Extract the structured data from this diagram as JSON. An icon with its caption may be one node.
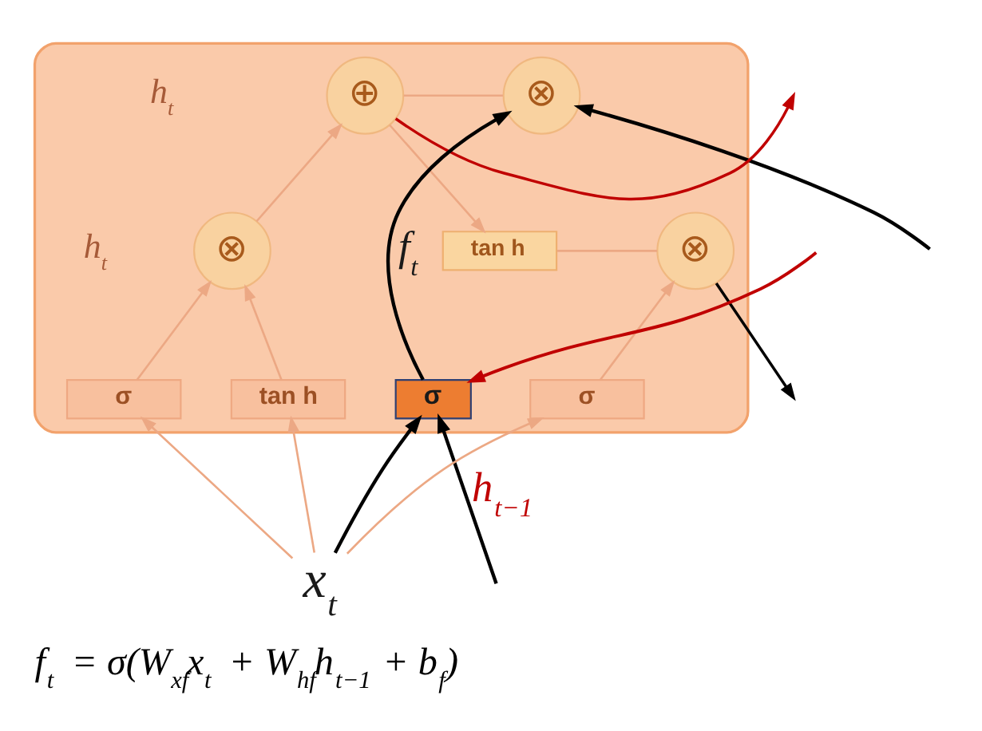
{
  "diagram": {
    "caption": "f$_{t}$ = σ(W$_{xf}$x$_{t}$ + W$_{hf}$h$_{t−1}$ + b$_{f}$)",
    "nodes": [
      {
        "text": [],
        "shape": "box"
      },
      {
        "text": [
          "⊗"
        ],
        "in": 0
      },
      {
        "text": [
          "⊕"
        ],
        "in": 0
      },
      {
        "text": [
          "⊗"
        ],
        "in": 0
      },
      {
        "text": [
          "tan h"
        ],
        "in": 0
      },
      {
        "text": [
          "⊗"
        ],
        "in": 0
      },
      {
        "text": [
          "σ"
        ],
        "in": 0
      },
      {
        "text": [
          "tan h"
        ],
        "in": 0
      },
      {
        "text": [
          "σ"
        ],
        "in": 0
      },
      {
        "text": [
          "σ"
        ],
        "in": 0
      },
      {
        "text": [
          "x$_{t}$"
        ]
      }
    ],
    "edges": [
      {
        "from": null,
        "to": 1,
        "arrow": "to",
        "color": "#000000"
      },
      {
        "from": 1,
        "to": 2,
        "arrow": "none"
      },
      {
        "from": 2,
        "to": null,
        "arrow": "to",
        "color": "#c00000"
      },
      {
        "from": null,
        "to": 6,
        "arrow": "to",
        "color": "#c00000"
      },
      {
        "from": 10,
        "to": 6,
        "arrow": "to",
        "color": "#000000"
      },
      {
        "from": 6,
        "to": 1,
        "arrow": "to",
        "label": "f$_{t}$",
        "color": "#000000"
      },
      {
        "from": 10,
        "to": 7,
        "arrow": "to"
      },
      {
        "from": 10,
        "to": 8,
        "arrow": "to"
      },
      {
        "from": 10,
        "to": 9,
        "arrow": "to"
      },
      {
        "from": 7,
        "to": 3,
        "arrow": "to"
      },
      {
        "from": 8,
        "to": 3,
        "arrow": "to"
      },
      {
        "from": 3,
        "to": 2,
        "arrow": "to"
      },
      {
        "from": 2,
        "to": 4,
        "arrow": "to"
      },
      {
        "from": 4,
        "to": 5,
        "arrow": "none"
      },
      {
        "from": 9,
        "to": 5,
        "arrow": "to"
      },
      {
        "from": 5,
        "to": null,
        "arrow": "to",
        "color": "#000000"
      },
      {
        "from": null,
        "to": 6,
        "arrow": "to",
        "label": "h$_{t−1}$",
        "color": "#000000"
      }
    ],
    "labels": [
      "h$_{t}$",
      "h$_{t}$"
    ]
  }
}
